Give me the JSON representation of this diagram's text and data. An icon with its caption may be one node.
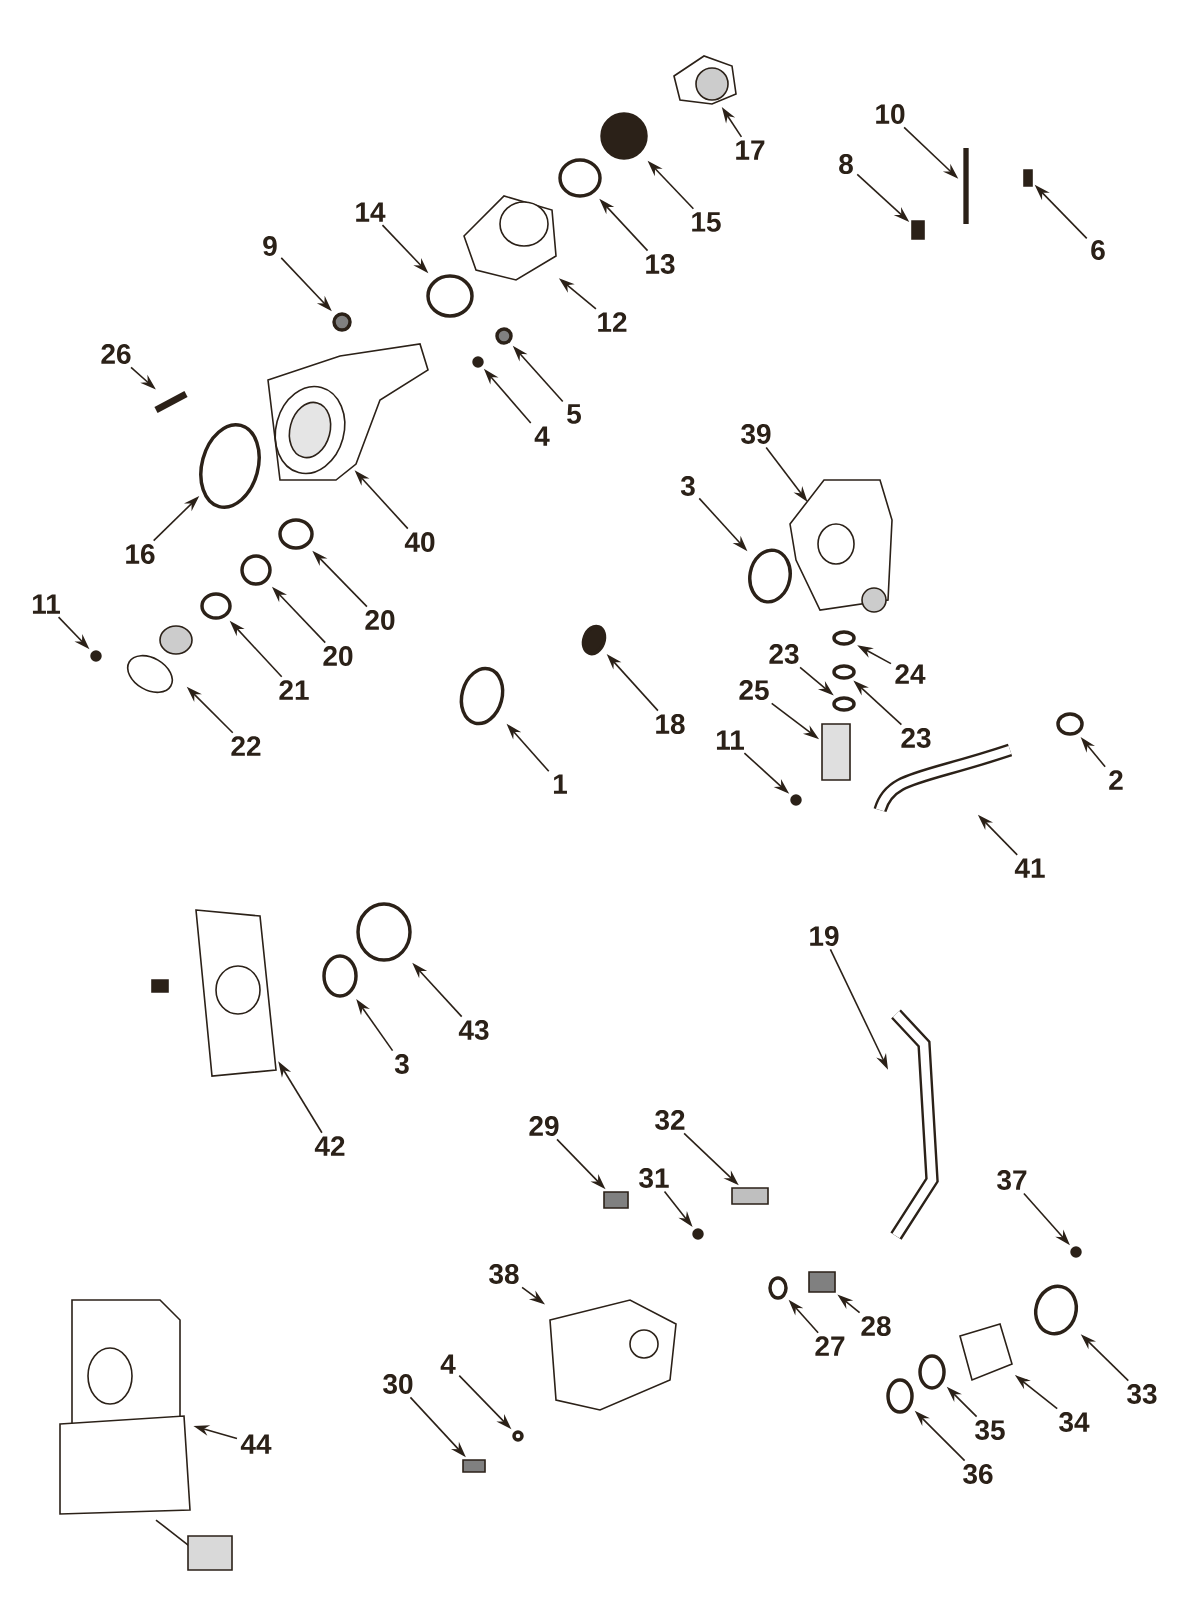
{
  "diagram": {
    "nodes": [
      {
        "text": [
          "10"
        ]
      },
      {
        "text": [
          "17"
        ]
      },
      {
        "text": [
          "8"
        ]
      },
      {
        "text": [
          "14"
        ]
      },
      {
        "text": [
          "15"
        ]
      },
      {
        "text": [
          "9"
        ]
      },
      {
        "text": [
          "6"
        ]
      },
      {
        "text": [
          "13"
        ]
      },
      {
        "text": [
          "12"
        ]
      },
      {
        "text": [
          "26"
        ]
      },
      {
        "text": [
          "5"
        ]
      },
      {
        "text": [
          "39"
        ]
      },
      {
        "text": [
          "4"
        ]
      },
      {
        "text": [
          "3"
        ]
      },
      {
        "text": [
          "40"
        ]
      },
      {
        "text": [
          "16"
        ]
      },
      {
        "text": [
          "11"
        ]
      },
      {
        "text": [
          "20"
        ]
      },
      {
        "text": [
          "23"
        ]
      },
      {
        "text": [
          "20"
        ]
      },
      {
        "text": [
          "24"
        ]
      },
      {
        "text": [
          "21"
        ]
      },
      {
        "text": [
          "25"
        ]
      },
      {
        "text": [
          "18"
        ]
      },
      {
        "text": [
          "23"
        ]
      },
      {
        "text": [
          "11"
        ]
      },
      {
        "text": [
          "22"
        ]
      },
      {
        "text": [
          "2"
        ]
      },
      {
        "text": [
          "1"
        ]
      },
      {
        "text": [
          "41"
        ]
      },
      {
        "text": [
          "19"
        ]
      },
      {
        "text": [
          "43"
        ]
      },
      {
        "text": [
          "3"
        ]
      },
      {
        "text": [
          "32"
        ]
      },
      {
        "text": [
          "29"
        ]
      },
      {
        "text": [
          "42"
        ]
      },
      {
        "text": [
          "31"
        ]
      },
      {
        "text": [
          "37"
        ]
      },
      {
        "text": [
          "38"
        ]
      },
      {
        "text": [
          "28"
        ]
      },
      {
        "text": [
          "27"
        ]
      },
      {
        "text": [
          "4"
        ]
      },
      {
        "text": [
          "30"
        ]
      },
      {
        "text": [
          "33"
        ]
      },
      {
        "text": [
          "34"
        ]
      },
      {
        "text": [
          "35"
        ]
      },
      {
        "text": [
          "44"
        ]
      },
      {
        "text": [
          "36"
        ]
      },
      {
        "text": [],
        "shape": "picture"
      },
      {
        "text": [],
        "shape": "picture"
      },
      {
        "text": [],
        "shape": "box"
      },
      {
        "text": [],
        "shape": "circle"
      },
      {
        "text": [],
        "shape": "circle"
      },
      {
        "text": [],
        "shape": "circle"
      },
      {
        "text": [],
        "shape": "box"
      },
      {
        "text": [],
        "shape": "circle"
      },
      {
        "text": [],
        "shape": "picture"
      },
      {
        "text": [],
        "shape": "picture"
      },
      {
        "text": [],
        "shape": "circle"
      },
      {
        "text": [],
        "shape": "picture"
      },
      {
        "text": [],
        "shape": "circle"
      },
      {
        "text": [],
        "shape": "circle"
      },
      {
        "text": [],
        "shape": "picture"
      },
      {
        "text": [],
        "shape": "circle"
      },
      {
        "text": [],
        "shape": "circle"
      },
      {
        "text": [],
        "shape": "circle"
      },
      {
        "text": [],
        "shape": "circle"
      },
      {
        "text": [],
        "shape": "circle"
      },
      {
        "text": [],
        "shape": "circle"
      },
      {
        "text": [],
        "shape": "circle"
      },
      {
        "text": [],
        "shape": "box"
      },
      {
        "text": [],
        "shape": "circle"
      },
      {
        "text": [],
        "shape": "circle"
      },
      {
        "text": [],
        "shape": "circle"
      },
      {
        "text": [],
        "shape": "picture"
      },
      {
        "text": [],
        "shape": "circle"
      },
      {
        "text": [],
        "shape": "circle"
      },
      {
        "text": [],
        "shape": "picture"
      },
      {
        "text": [],
        "shape": "picture"
      },
      {
        "text": [],
        "shape": "circle"
      },
      {
        "text": [],
        "shape": "circle"
      },
      {
        "text": [],
        "shape": "box"
      },
      {
        "text": [],
        "shape": "box"
      },
      {
        "text": [],
        "shape": "picture"
      },
      {
        "text": [],
        "shape": "circle"
      },
      {
        "text": [],
        "shape": "circle"
      },
      {
        "text": [],
        "shape": "picture"
      },
      {
        "text": [],
        "shape": "box"
      },
      {
        "text": [],
        "shape": "circle"
      },
      {
        "text": [],
        "shape": "circle"
      },
      {
        "text": [],
        "shape": "box"
      },
      {
        "text": [],
        "shape": "circle"
      },
      {
        "text": [],
        "shape": "picture"
      },
      {
        "text": [],
        "shape": "circle"
      },
      {
        "text": [],
        "shape": "picture"
      },
      {
        "text": [],
        "shape": "circle"
      }
    ],
    "edges": [
      {
        "from": 0,
        "to": 48,
        "arrow": "to"
      },
      {
        "from": 1,
        "to": 49,
        "arrow": "to"
      },
      {
        "from": 2,
        "to": 50,
        "arrow": "to"
      },
      {
        "from": 3,
        "to": 51,
        "arrow": "to"
      },
      {
        "from": 4,
        "to": 52,
        "arrow": "to"
      },
      {
        "from": 5,
        "to": 53,
        "arrow": "to"
      },
      {
        "from": 6,
        "to": 54,
        "arrow": "to"
      },
      {
        "from": 7,
        "to": 55,
        "arrow": "to"
      },
      {
        "from": 8,
        "to": 56,
        "arrow": "to"
      },
      {
        "from": 9,
        "to": 57,
        "arrow": "to"
      },
      {
        "from": 10,
        "to": 58,
        "arrow": "to"
      },
      {
        "from": 11,
        "to": 59,
        "arrow": "to"
      },
      {
        "from": 12,
        "to": 60,
        "arrow": "to"
      },
      {
        "from": 13,
        "to": 61,
        "arrow": "to"
      },
      {
        "from": 14,
        "to": 62,
        "arrow": "to"
      },
      {
        "from": 15,
        "to": 63,
        "arrow": "to"
      },
      {
        "from": 16,
        "to": 64,
        "arrow": "to"
      },
      {
        "from": 17,
        "to": 65,
        "arrow": "to"
      },
      {
        "from": 18,
        "to": 66,
        "arrow": "to"
      },
      {
        "from": 19,
        "to": 67,
        "arrow": "to"
      },
      {
        "from": 20,
        "to": 68,
        "arrow": "to"
      },
      {
        "from": 21,
        "to": 69,
        "arrow": "to"
      },
      {
        "from": 22,
        "to": 70,
        "arrow": "to"
      },
      {
        "from": 23,
        "to": 71,
        "arrow": "to"
      },
      {
        "from": 24,
        "to": 72,
        "arrow": "to"
      },
      {
        "from": 25,
        "to": 73,
        "arrow": "to"
      },
      {
        "from": 26,
        "to": 74,
        "arrow": "to"
      },
      {
        "from": 27,
        "to": 75,
        "arrow": "to"
      },
      {
        "from": 28,
        "to": 76,
        "arrow": "to"
      },
      {
        "from": 29,
        "to": 77,
        "arrow": "to"
      },
      {
        "from": 30,
        "to": 78,
        "arrow": "to"
      },
      {
        "from": 31,
        "to": 79,
        "arrow": "to"
      },
      {
        "from": 32,
        "to": 80,
        "arrow": "to"
      },
      {
        "from": 33,
        "to": 81,
        "arrow": "to"
      },
      {
        "from": 34,
        "to": 82,
        "arrow": "to"
      },
      {
        "from": 35,
        "to": 83,
        "arrow": "to"
      },
      {
        "from": 36,
        "to": 84,
        "arrow": "to"
      },
      {
        "from": 37,
        "to": 85,
        "arrow": "to"
      },
      {
        "from": 38,
        "to": 86,
        "arrow": "to"
      },
      {
        "from": 39,
        "to": 87,
        "arrow": "to"
      },
      {
        "from": 40,
        "to": 88,
        "arrow": "to"
      },
      {
        "from": 41,
        "to": 89,
        "arrow": "to"
      },
      {
        "from": 42,
        "to": 90,
        "arrow": "to"
      },
      {
        "from": 43,
        "to": 91,
        "arrow": "to"
      },
      {
        "from": 44,
        "to": 92,
        "arrow": "to"
      },
      {
        "from": 45,
        "to": 93,
        "arrow": "to"
      },
      {
        "from": 46,
        "to": 94,
        "arrow": "to"
      },
      {
        "from": 47,
        "to": 95,
        "arrow": "to"
      }
    ]
  }
}
